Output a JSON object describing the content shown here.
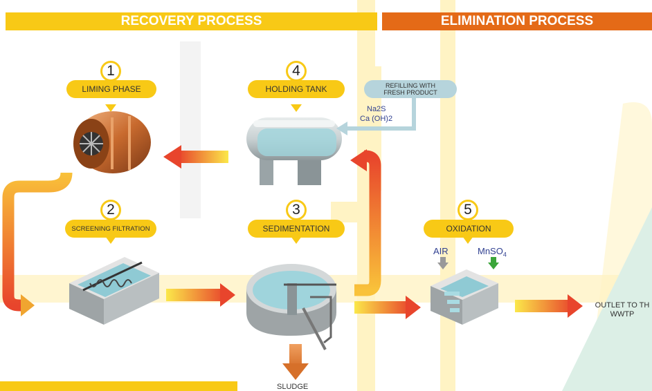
{
  "headers": {
    "recovery": "RECOVERY PROCESS",
    "elimination": "ELIMINATION  PROCESS"
  },
  "steps": [
    {
      "number": "1",
      "label": "LIMING PHASE"
    },
    {
      "number": "2",
      "label": "SCREENING FILTRATION"
    },
    {
      "number": "3",
      "label": "SEDIMENTATION"
    },
    {
      "number": "4",
      "label": "HOLDING TANK"
    },
    {
      "number": "5",
      "label": "OXIDATION"
    }
  ],
  "refill": {
    "label_line1": "REFILLING WITH",
    "label_line2": "FRESH PRODUCT",
    "chem1": "Na2S",
    "chem2": "Ca (OH)2"
  },
  "oxidation_inputs": {
    "air": "AIR",
    "mnso4": "MnSO",
    "mnso4_sub": "4"
  },
  "outlet": {
    "line1": "OUTLET TO TH",
    "line2": "WWTP"
  },
  "sludge": "SLUDGE",
  "colors": {
    "yellow": "#f8c916",
    "orange": "#e46a17",
    "pale_yellow": "#fff3c4",
    "light_blue": "#b6d4dc",
    "mint": "#dcefe6",
    "water": "#9fd4dc",
    "arrow_red": "#e8452c"
  }
}
